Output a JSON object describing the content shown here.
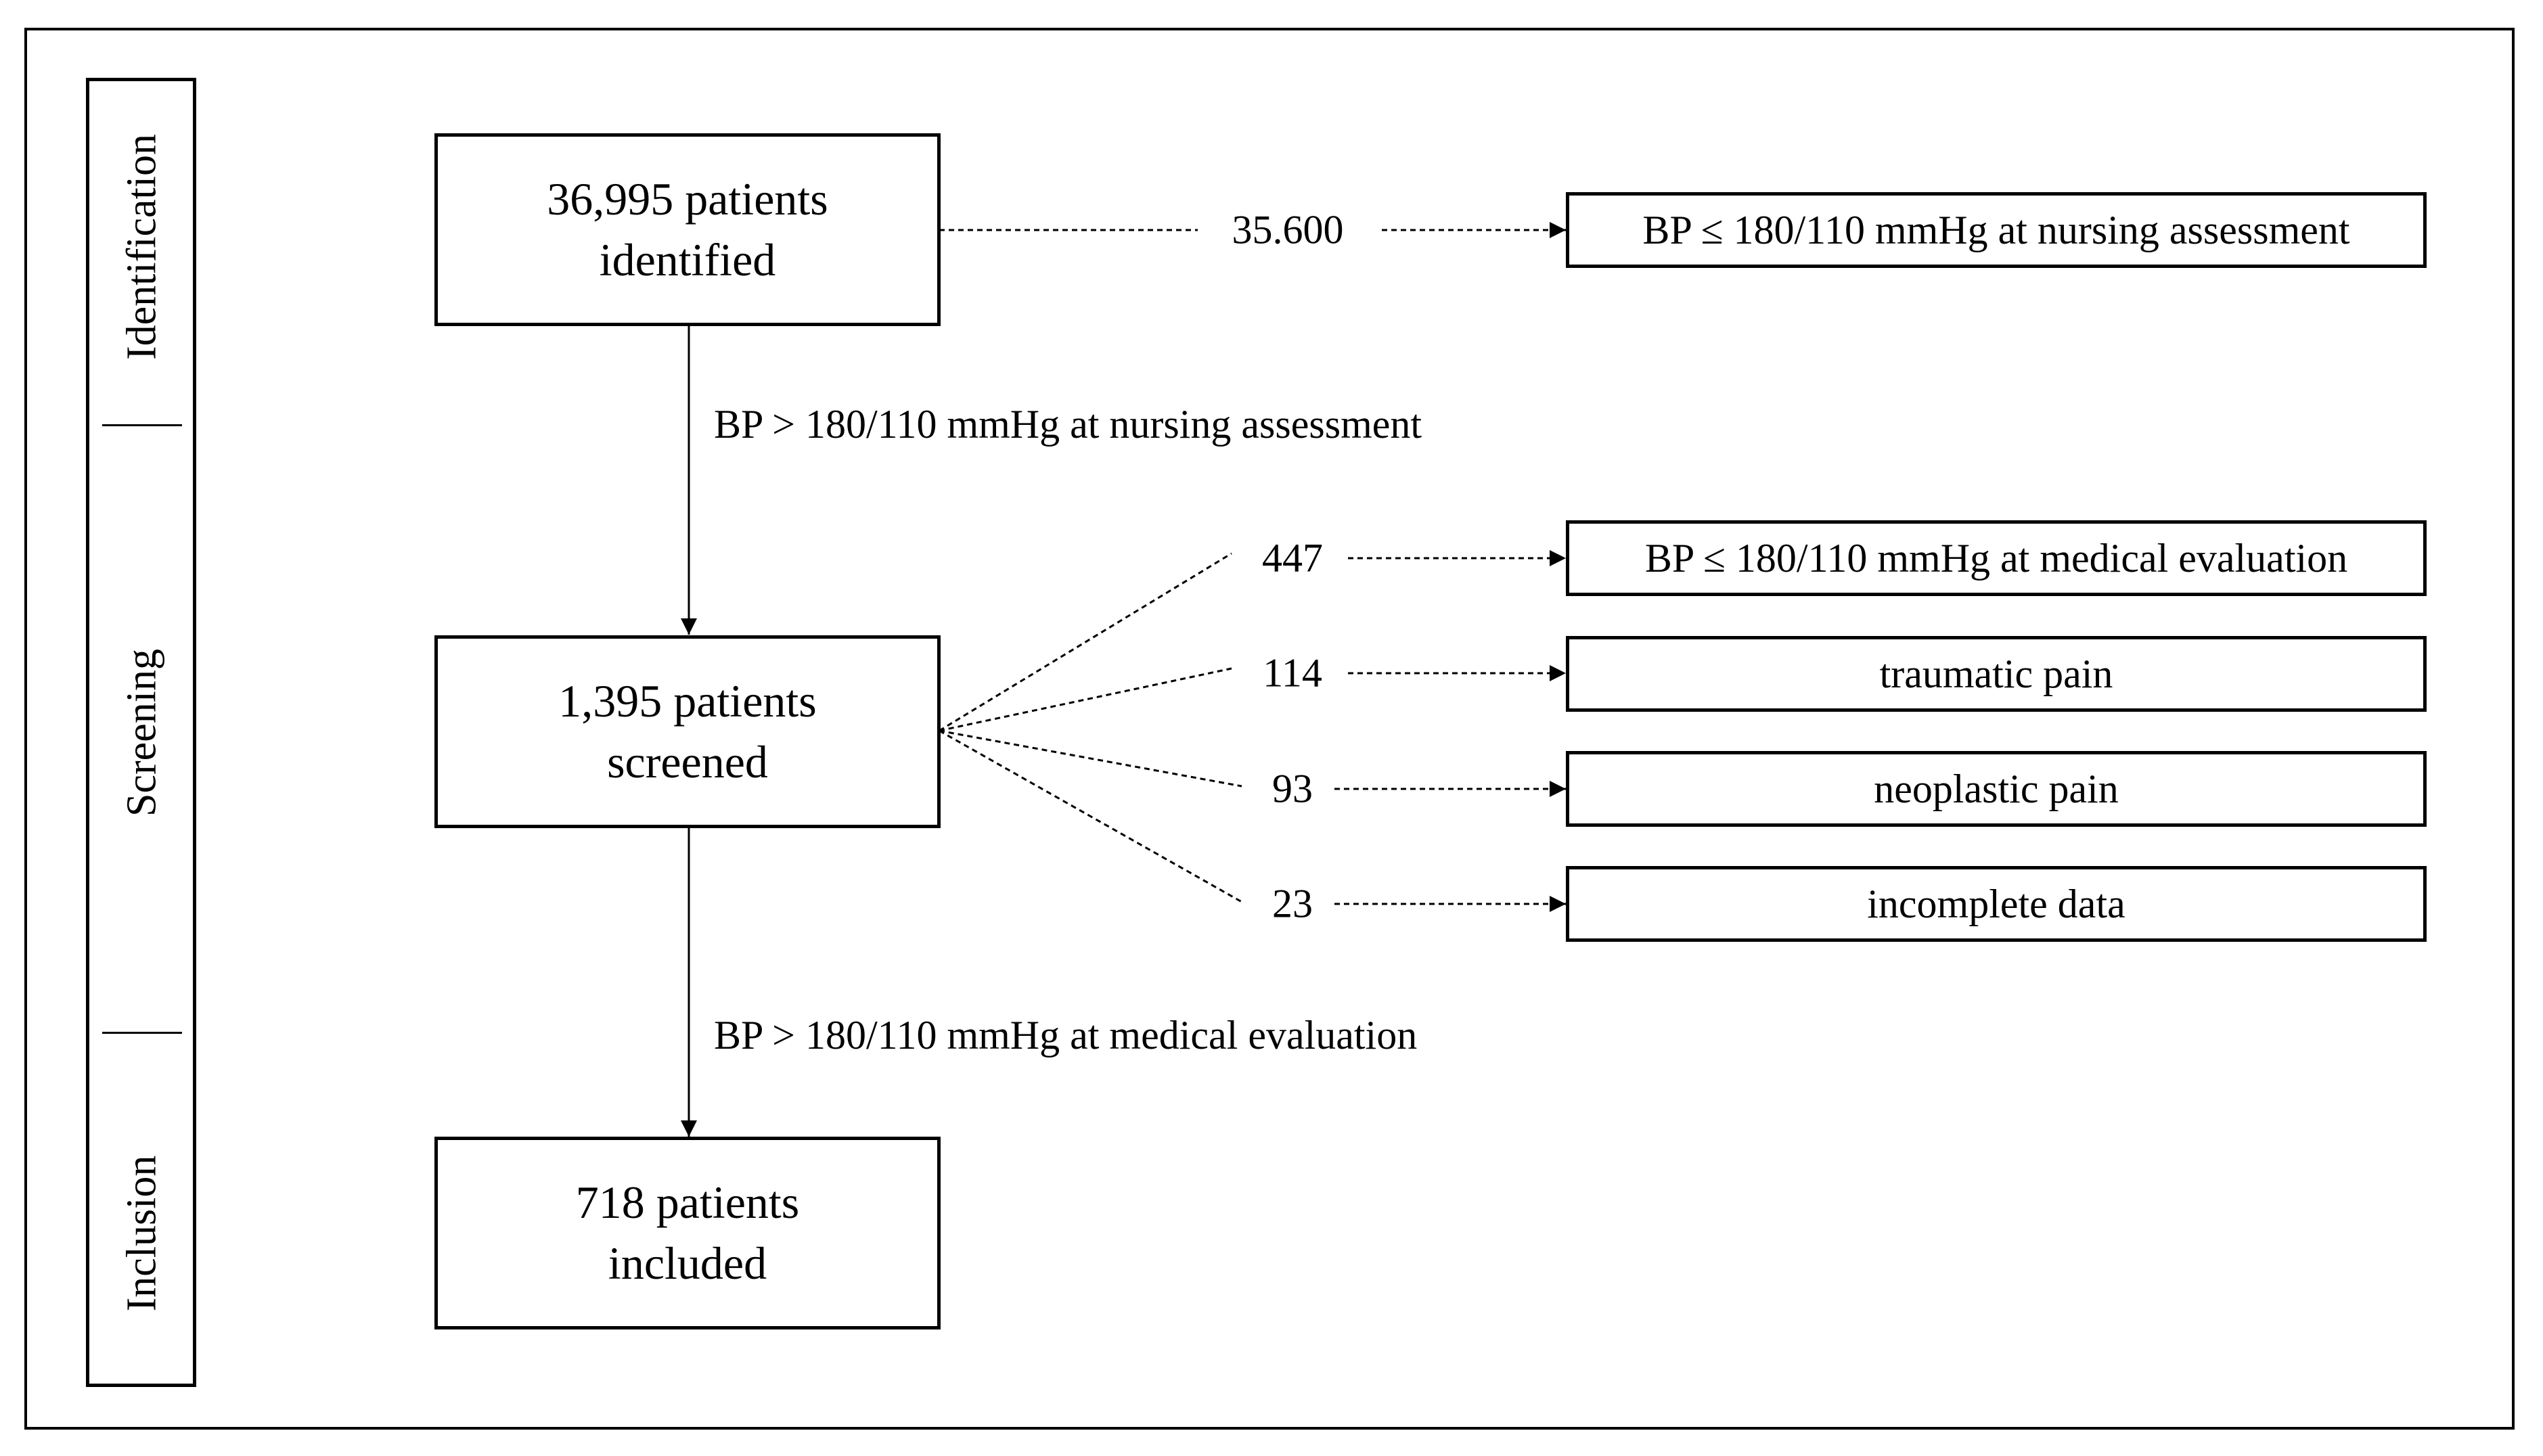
{
  "stages": {
    "identification": "Identification",
    "screening": "Screening",
    "inclusion": "Inclusion"
  },
  "boxes": {
    "identified": {
      "line1": "36,995 patients",
      "line2": "identified"
    },
    "screened": {
      "line1": "1,395 patients",
      "line2": "screened"
    },
    "included": {
      "line1": "718 patients",
      "line2": "included"
    }
  },
  "conditions": {
    "nursing": "BP > 180/110 mmHg at nursing assessment",
    "medical": "BP > 180/110 mmHg at medical evaluation"
  },
  "exclusions": [
    {
      "count": "35.600",
      "label": "BP ≤ 180/110 mmHg at nursing assessment"
    },
    {
      "count": "447",
      "label": "BP ≤ 180/110 mmHg at medical evaluation"
    },
    {
      "count": "114",
      "label": "traumatic pain"
    },
    {
      "count": "93",
      "label": "neoplastic pain"
    },
    {
      "count": "23",
      "label": "incomplete data"
    }
  ]
}
